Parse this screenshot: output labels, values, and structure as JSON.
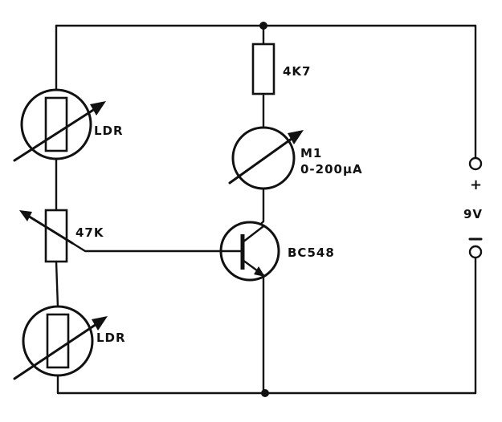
{
  "labels": {
    "ldr_top": "LDR",
    "ldr_bottom": "LDR",
    "pot": "47K",
    "resistor": "4K7",
    "meter_name": "M1",
    "meter_range": "0-200µA",
    "transistor": "BC548",
    "plus": "+",
    "voltage": "9V",
    "minus": "−"
  }
}
